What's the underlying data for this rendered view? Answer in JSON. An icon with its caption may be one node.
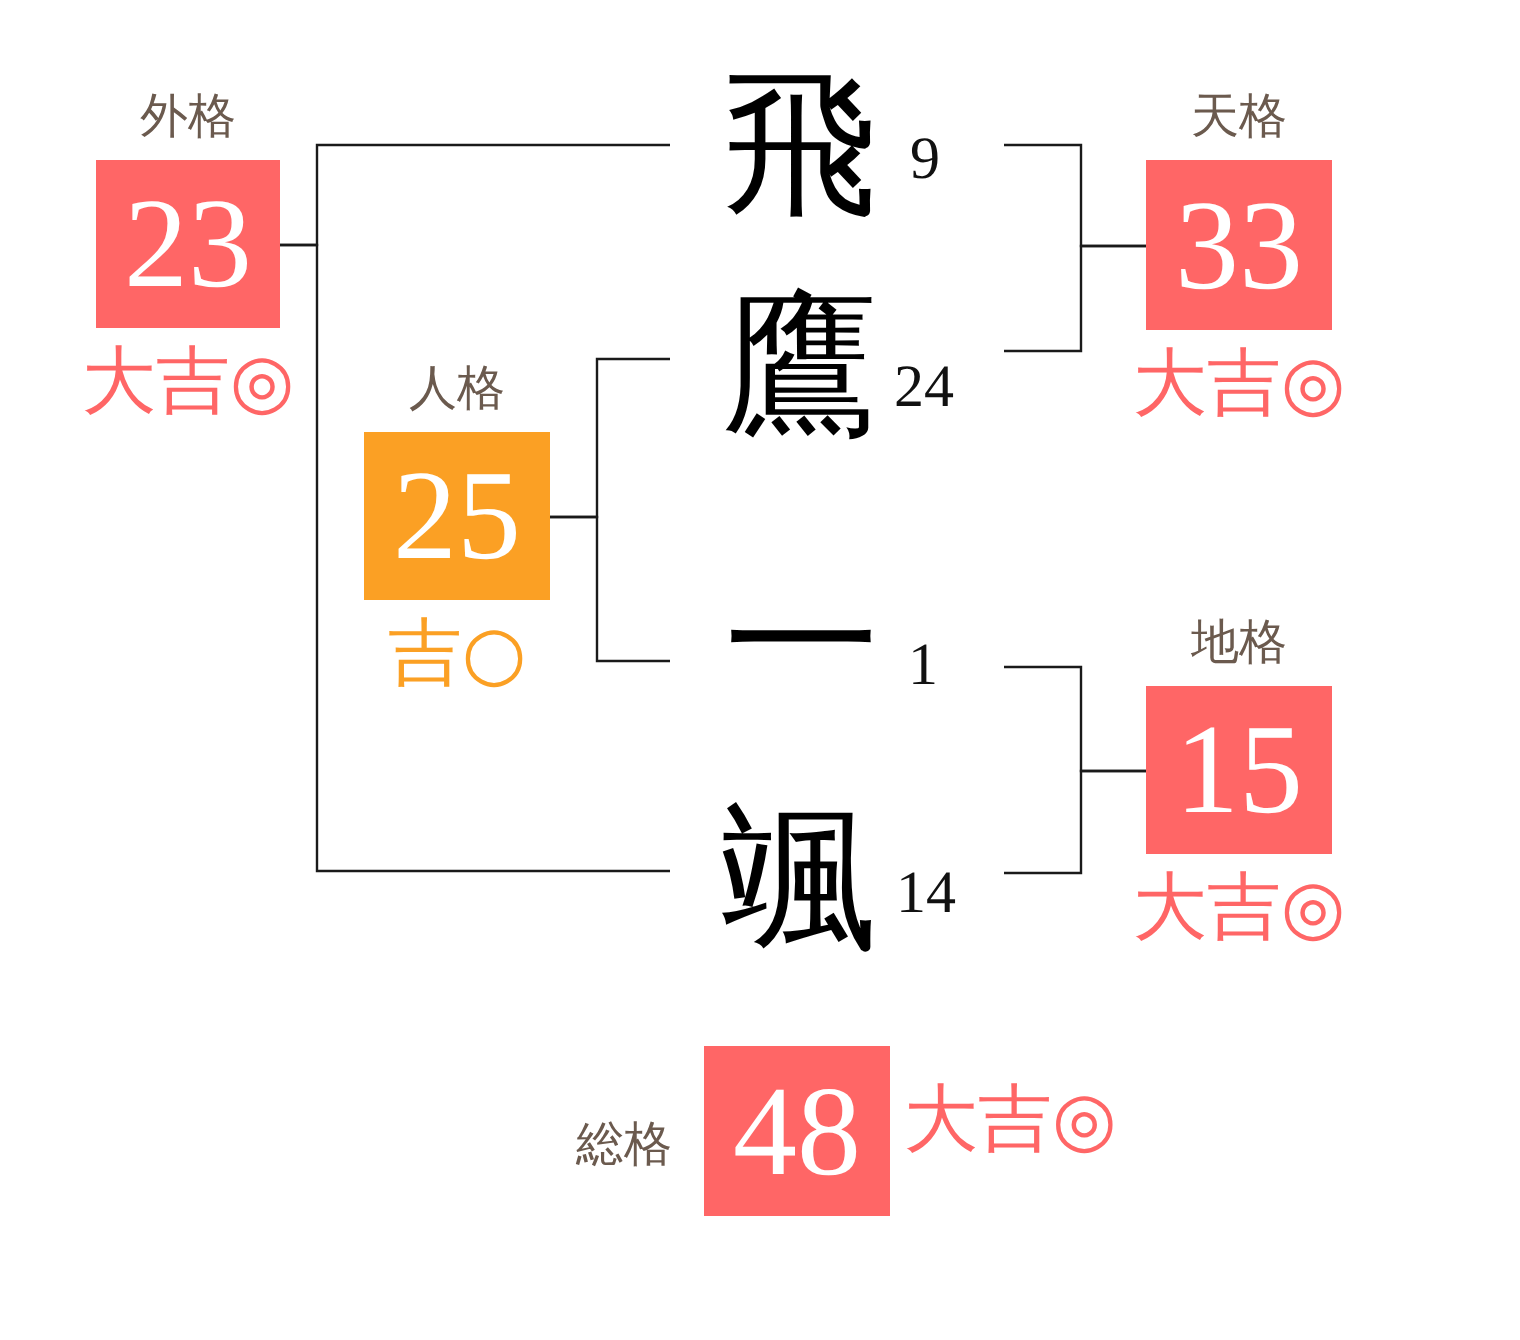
{
  "diagram": {
    "nodes": [
      {
        "text": [
          "外格",
          "23"
        ],
        "beside": [
          "大吉◎"
        ]
      },
      {
        "text": [
          "飛"
        ],
        "beside": [
          "9"
        ]
      },
      {
        "text": [
          "天格",
          "33"
        ],
        "beside": [
          "大吉◎"
        ]
      },
      {
        "text": [
          "人格",
          "25"
        ],
        "beside": [
          "吉○"
        ]
      },
      {
        "text": [
          "鷹"
        ],
        "beside": [
          "24"
        ]
      },
      {
        "text": [
          "一"
        ],
        "beside": [
          "1"
        ]
      },
      {
        "text": [
          "地格",
          "15"
        ],
        "beside": [
          "大吉◎"
        ]
      },
      {
        "text": [
          "颯"
        ],
        "beside": [
          "14"
        ]
      },
      {
        "text": [
          "総格",
          "48"
        ],
        "beside": [
          "大吉◎"
        ]
      }
    ],
    "edges": [
      {
        "from": 0,
        "to": 1,
        "arrow": "none"
      },
      {
        "from": 0,
        "to": 7,
        "arrow": "none"
      },
      {
        "from": 1,
        "to": 2,
        "arrow": "none"
      },
      {
        "from": 4,
        "to": 2,
        "arrow": "none"
      },
      {
        "from": 3,
        "to": 4,
        "arrow": "none"
      },
      {
        "from": 3,
        "to": 5,
        "arrow": "none"
      },
      {
        "from": 5,
        "to": 6,
        "arrow": "none"
      },
      {
        "from": 7,
        "to": 6,
        "arrow": "none"
      }
    ]
  }
}
